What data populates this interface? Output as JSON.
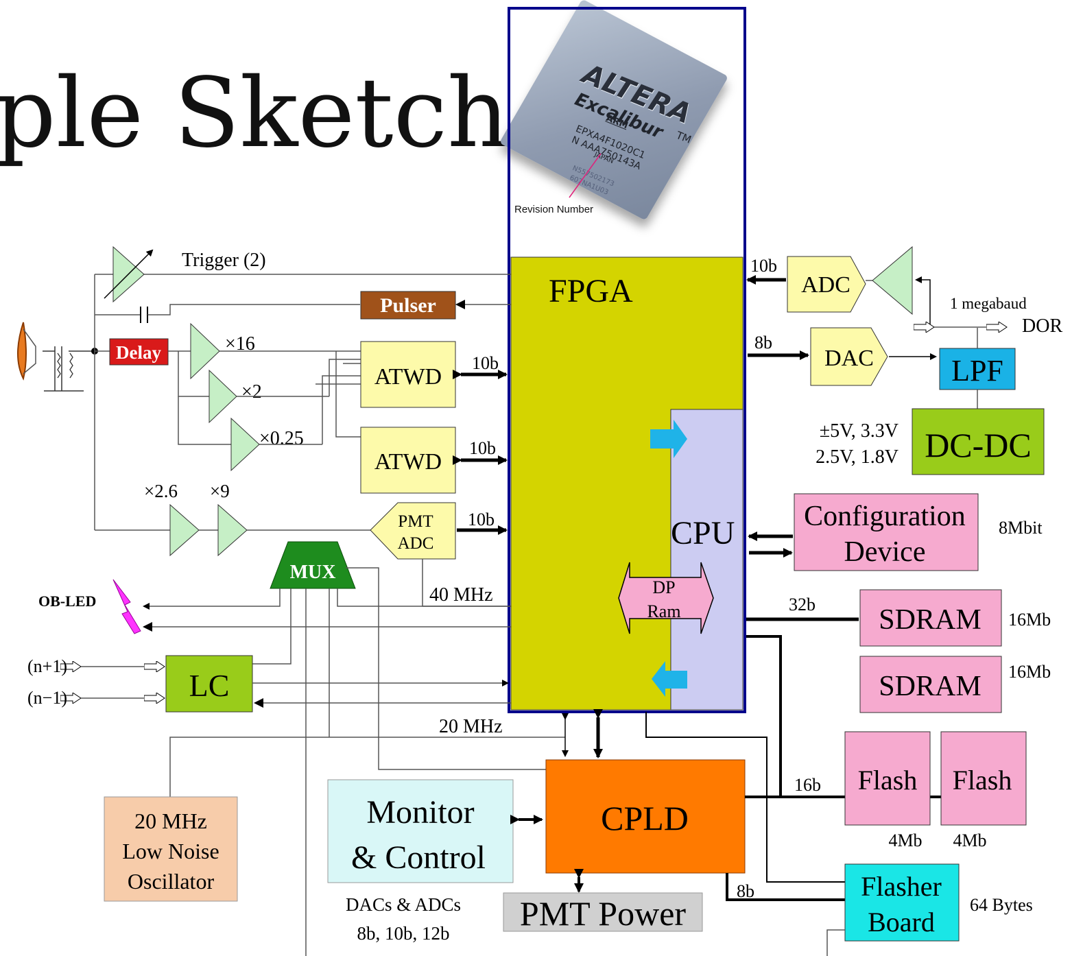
{
  "slide": {
    "title": "ple Sketch"
  },
  "chip": {
    "brand": "ALTERA",
    "family": "Excalibur",
    "tm": "TM",
    "arm": "ARM",
    "part": "EPXA4F1020C1",
    "lot": "N AAA750143A",
    "origin": "JAPAN",
    "code1": "N557502173",
    "code2": "607NA1U03",
    "revision_label": "Revision Number"
  },
  "blocks": {
    "fpga": "FPGA",
    "cpu": "CPU",
    "dp_ram_1": "DP",
    "dp_ram_2": "Ram",
    "pulser": "Pulser",
    "delay": "Delay",
    "atwd_1": "ATWD",
    "atwd_2": "ATWD",
    "pmt_adc_1": "PMT",
    "pmt_adc_2": "ADC",
    "mux": "MUX",
    "lc": "LC",
    "adc": "ADC",
    "dac": "DAC",
    "lpf": "LPF",
    "dcdc": "DC-DC",
    "config_1": "Configuration",
    "config_2": "Device",
    "sdram_1": "SDRAM",
    "sdram_2": "SDRAM",
    "flash_1": "Flash",
    "flash_2": "Flash",
    "flasher_1": "Flasher",
    "flasher_2": "Board",
    "cpld": "CPLD",
    "monitor_1": "Monitor",
    "monitor_2": "& Control",
    "pmt_power": "PMT Power",
    "osc_1": "20 MHz",
    "osc_2": "Low Noise",
    "osc_3": "Oscillator"
  },
  "labels": {
    "trigger": "Trigger (2)",
    "x16": "×16",
    "x2": "×2",
    "x025": "×0.25",
    "x26": "×2.6",
    "x9": "×9",
    "b10_atwd1": "10b",
    "b10_atwd2": "10b",
    "b10_pmtadc": "10b",
    "b10_adc": "10b",
    "b8_dac": "8b",
    "megabaud": "1 megabaud",
    "dor": "DOR",
    "volt_1": "±5V, 3.3V",
    "volt_2": "2.5V, 1.8V",
    "mbit8": "8Mbit",
    "b32": "32b",
    "mb16_1": "16Mb",
    "mb16_2": "16Mb",
    "b16": "16b",
    "mb4_1": "4Mb",
    "mb4_2": "4Mb",
    "b8_flasher": "8b",
    "bytes64": "64 Bytes",
    "mhz40": "40 MHz",
    "mhz20": "20 MHz",
    "obled": "OB-LED",
    "n_plus": "(n+1)",
    "n_minus": "(n−1)",
    "dacs_adcs_1": "DACs & ADCs",
    "dacs_adcs_2": "8b, 10b, 12b"
  },
  "colors": {
    "fpga": "#d4d400",
    "cpu": "#ccccf2",
    "frame": "#00008b",
    "pulser": "#a0521a",
    "delay": "#d91a1a",
    "atwd": "#fdfaaa",
    "amp": "#c6efc6",
    "mux": "#1e8c1e",
    "lc": "#99cc1a",
    "lpf": "#1ab2e6",
    "dcdc": "#99cc1a",
    "pink": "#f6aacf",
    "flasher": "#1ae6e6",
    "cpld": "#ff7a00",
    "monitor": "#d9f7f7",
    "pmt_power": "#d0d0d0",
    "osc": "#f7ccaa",
    "obled": "#ff33ff"
  }
}
